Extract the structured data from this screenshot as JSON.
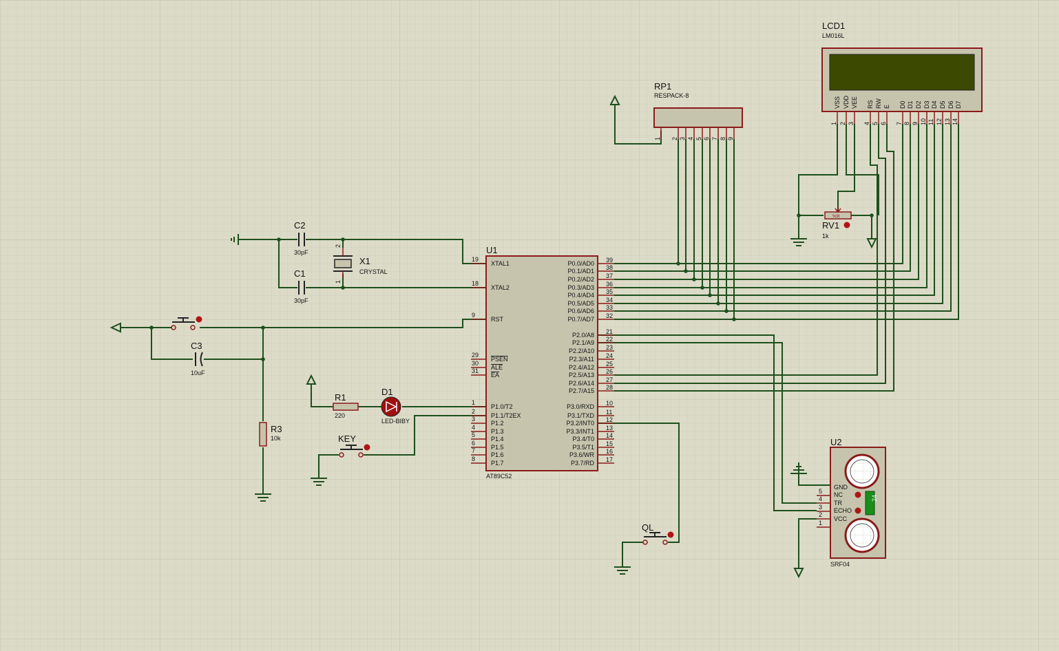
{
  "components": {
    "lcd1": {
      "ref": "LCD1",
      "value": "LM016L",
      "pins": [
        "VSS",
        "VDD",
        "VEE",
        "RS",
        "RW",
        "E",
        "D0",
        "D1",
        "D2",
        "D3",
        "D4",
        "D5",
        "D6",
        "D7"
      ],
      "pin_numbers": [
        "1",
        "2",
        "3",
        "4",
        "5",
        "6",
        "7",
        "8",
        "9",
        "10",
        "11",
        "12",
        "13",
        "14"
      ]
    },
    "rp1": {
      "ref": "RP1",
      "value": "RESPACK-8",
      "pin_numbers": [
        "1",
        "2",
        "3",
        "4",
        "5",
        "6",
        "7",
        "8",
        "9"
      ]
    },
    "u1": {
      "ref": "U1",
      "value": "AT89C52",
      "left_pins": [
        {
          "name": "XTAL1",
          "num": "19"
        },
        {
          "name": "XTAL2",
          "num": "18"
        },
        {
          "name": "RST",
          "num": "9"
        },
        {
          "name": "PSEN",
          "num": "29"
        },
        {
          "name": "ALE",
          "num": "30"
        },
        {
          "name": "EA",
          "num": "31"
        },
        {
          "name": "P1.0/T2",
          "num": "1"
        },
        {
          "name": "P1.1/T2EX",
          "num": "2"
        },
        {
          "name": "P1.2",
          "num": "3"
        },
        {
          "name": "P1.3",
          "num": "4"
        },
        {
          "name": "P1.4",
          "num": "5"
        },
        {
          "name": "P1.5",
          "num": "6"
        },
        {
          "name": "P1.6",
          "num": "7"
        },
        {
          "name": "P1.7",
          "num": "8"
        }
      ],
      "right_pins": [
        {
          "name": "P0.0/AD0",
          "num": "39"
        },
        {
          "name": "P0.1/AD1",
          "num": "38"
        },
        {
          "name": "P0.2/AD2",
          "num": "37"
        },
        {
          "name": "P0.3/AD3",
          "num": "36"
        },
        {
          "name": "P0.4/AD4",
          "num": "35"
        },
        {
          "name": "P0.5/AD5",
          "num": "34"
        },
        {
          "name": "P0.6/AD6",
          "num": "33"
        },
        {
          "name": "P0.7/AD7",
          "num": "32"
        },
        {
          "name": "P2.0/A8",
          "num": "21"
        },
        {
          "name": "P2.1/A9",
          "num": "22"
        },
        {
          "name": "P2.2/A10",
          "num": "23"
        },
        {
          "name": "P2.3/A11",
          "num": "24"
        },
        {
          "name": "P2.4/A12",
          "num": "25"
        },
        {
          "name": "P2.5/A13",
          "num": "26"
        },
        {
          "name": "P2.6/A14",
          "num": "27"
        },
        {
          "name": "P2.7/A15",
          "num": "28"
        },
        {
          "name": "P3.0/RXD",
          "num": "10"
        },
        {
          "name": "P3.1/TXD",
          "num": "11"
        },
        {
          "name": "P3.2/INT0",
          "num": "12"
        },
        {
          "name": "P3.3/INT1",
          "num": "13"
        },
        {
          "name": "P3.4/T0",
          "num": "14"
        },
        {
          "name": "P3.5/T1",
          "num": "15"
        },
        {
          "name": "P3.6/WR",
          "num": "16"
        },
        {
          "name": "P3.7/RD",
          "num": "17"
        }
      ]
    },
    "c1": {
      "ref": "C1",
      "value": "30pF"
    },
    "c2": {
      "ref": "C2",
      "value": "30pF"
    },
    "c3": {
      "ref": "C3",
      "value": "10uF"
    },
    "x1": {
      "ref": "X1",
      "value": "CRYSTAL",
      "pin1": "1",
      "pin2": "2"
    },
    "r1": {
      "ref": "R1",
      "value": "220"
    },
    "r3": {
      "ref": "R3",
      "value": "10k"
    },
    "rv1": {
      "ref": "RV1",
      "value": "1k",
      "wiper_text": "%9t"
    },
    "d1": {
      "ref": "D1",
      "value": "LED-BIBY"
    },
    "key": {
      "ref": "KEY"
    },
    "ql": {
      "ref": "QL"
    },
    "u2": {
      "ref": "U2",
      "value": "SRF04",
      "pins": [
        {
          "name": "GND",
          "num": "5"
        },
        {
          "name": "NC",
          "num": "4"
        },
        {
          "name": "TR",
          "num": "3"
        },
        {
          "name": "ECHO",
          "num": "2"
        },
        {
          "name": "VCC",
          "num": "1"
        }
      ],
      "readout": "24"
    }
  },
  "colors": {
    "background": "#dcdbc8",
    "grid": "#c9c8b4",
    "wire": "#1d4f1d",
    "outline": "#8a1a1a",
    "body": "#c7c4ae",
    "lcd_screen": "#3b4a00"
  }
}
